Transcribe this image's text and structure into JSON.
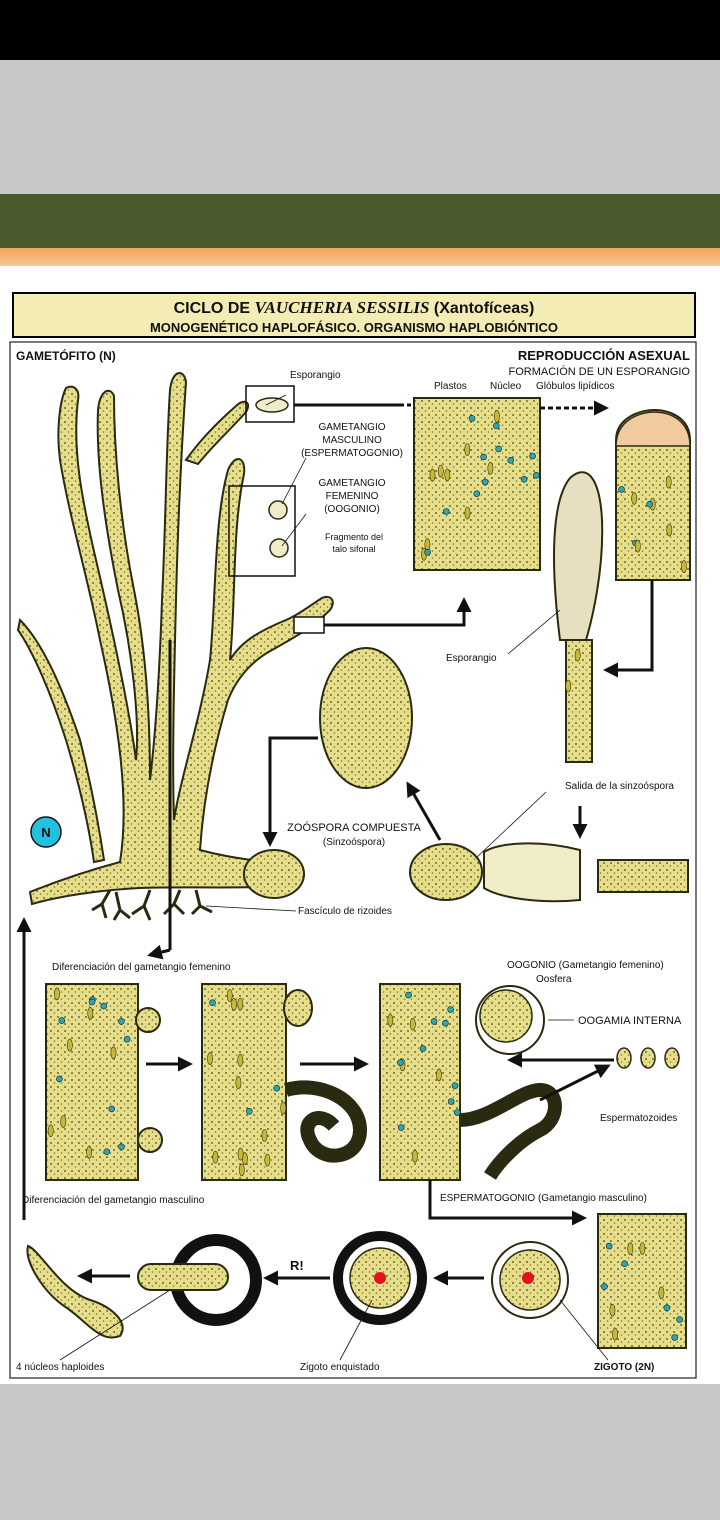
{
  "title": {
    "line1_prefix": "CICLO DE ",
    "line1_species": "VAUCHERIA SESSILIS",
    "line1_suffix": " (Xantofíceas)",
    "line2": "MONOGENÉTICO HAPLOFÁSICO. ORGANISMO HAPLOBIÓNTICO"
  },
  "sections": {
    "gametofito": "GAMETÓFITO (N)",
    "reproduccion": "REPRODUCCIÓN ASEXUAL",
    "formacion": "FORMACIÓN DE UN ESPORANGIO"
  },
  "labels": {
    "esporangio_top": "Esporangio",
    "gam_masc_1": "GAMETANGIO",
    "gam_masc_2": "MASCULINO",
    "gam_masc_3": "(ESPERMATOGONIO)",
    "gam_fem_1": "GAMETANGIO",
    "gam_fem_2": "FEMENINO",
    "gam_fem_3": "(OOGONIO)",
    "fragmento_1": "Fragmento del",
    "fragmento_2": "talo sifonal",
    "plastos": "Plastos",
    "nucleo": "Núcleo",
    "globulos": "Glóbulos lipídicos",
    "esporangio_mid": "Esporangio",
    "salida": "Salida de la sinzoóspora",
    "zoospora_1": "ZOÓSPORA COMPUESTA",
    "zoospora_2": "(Sinzoóspora)",
    "fasciculo": "Fascículo de rizoides",
    "n_badge": "N",
    "dif_fem": "Diferenciación del gametangio femenino",
    "dif_masc": "Diferenciación del gametangio masculino",
    "oogonio": "OOGONIO (Gametangio femenino)",
    "oosfera": "Oosfera",
    "oogamia": "OOGAMIA INTERNA",
    "espermatozoides": "Espermatozoides",
    "espermatogonio": "ESPERMATOGONIO (Gametangio masculino)",
    "r_mark": "R!",
    "nucleos": "4 núcleos haploides",
    "zigoto_enq": "Zigoto enquistado",
    "zigoto": "ZIGOTO (2N)"
  },
  "colors": {
    "cell_fill": "#e8e08e",
    "cell_stroke": "#2a2a10",
    "nucleus": "#2aa7b0",
    "plastid": "#c8b83a",
    "title_bg": "#f3ecb4",
    "badge": "#22c1e0",
    "zygote_core": "#e0121a"
  }
}
